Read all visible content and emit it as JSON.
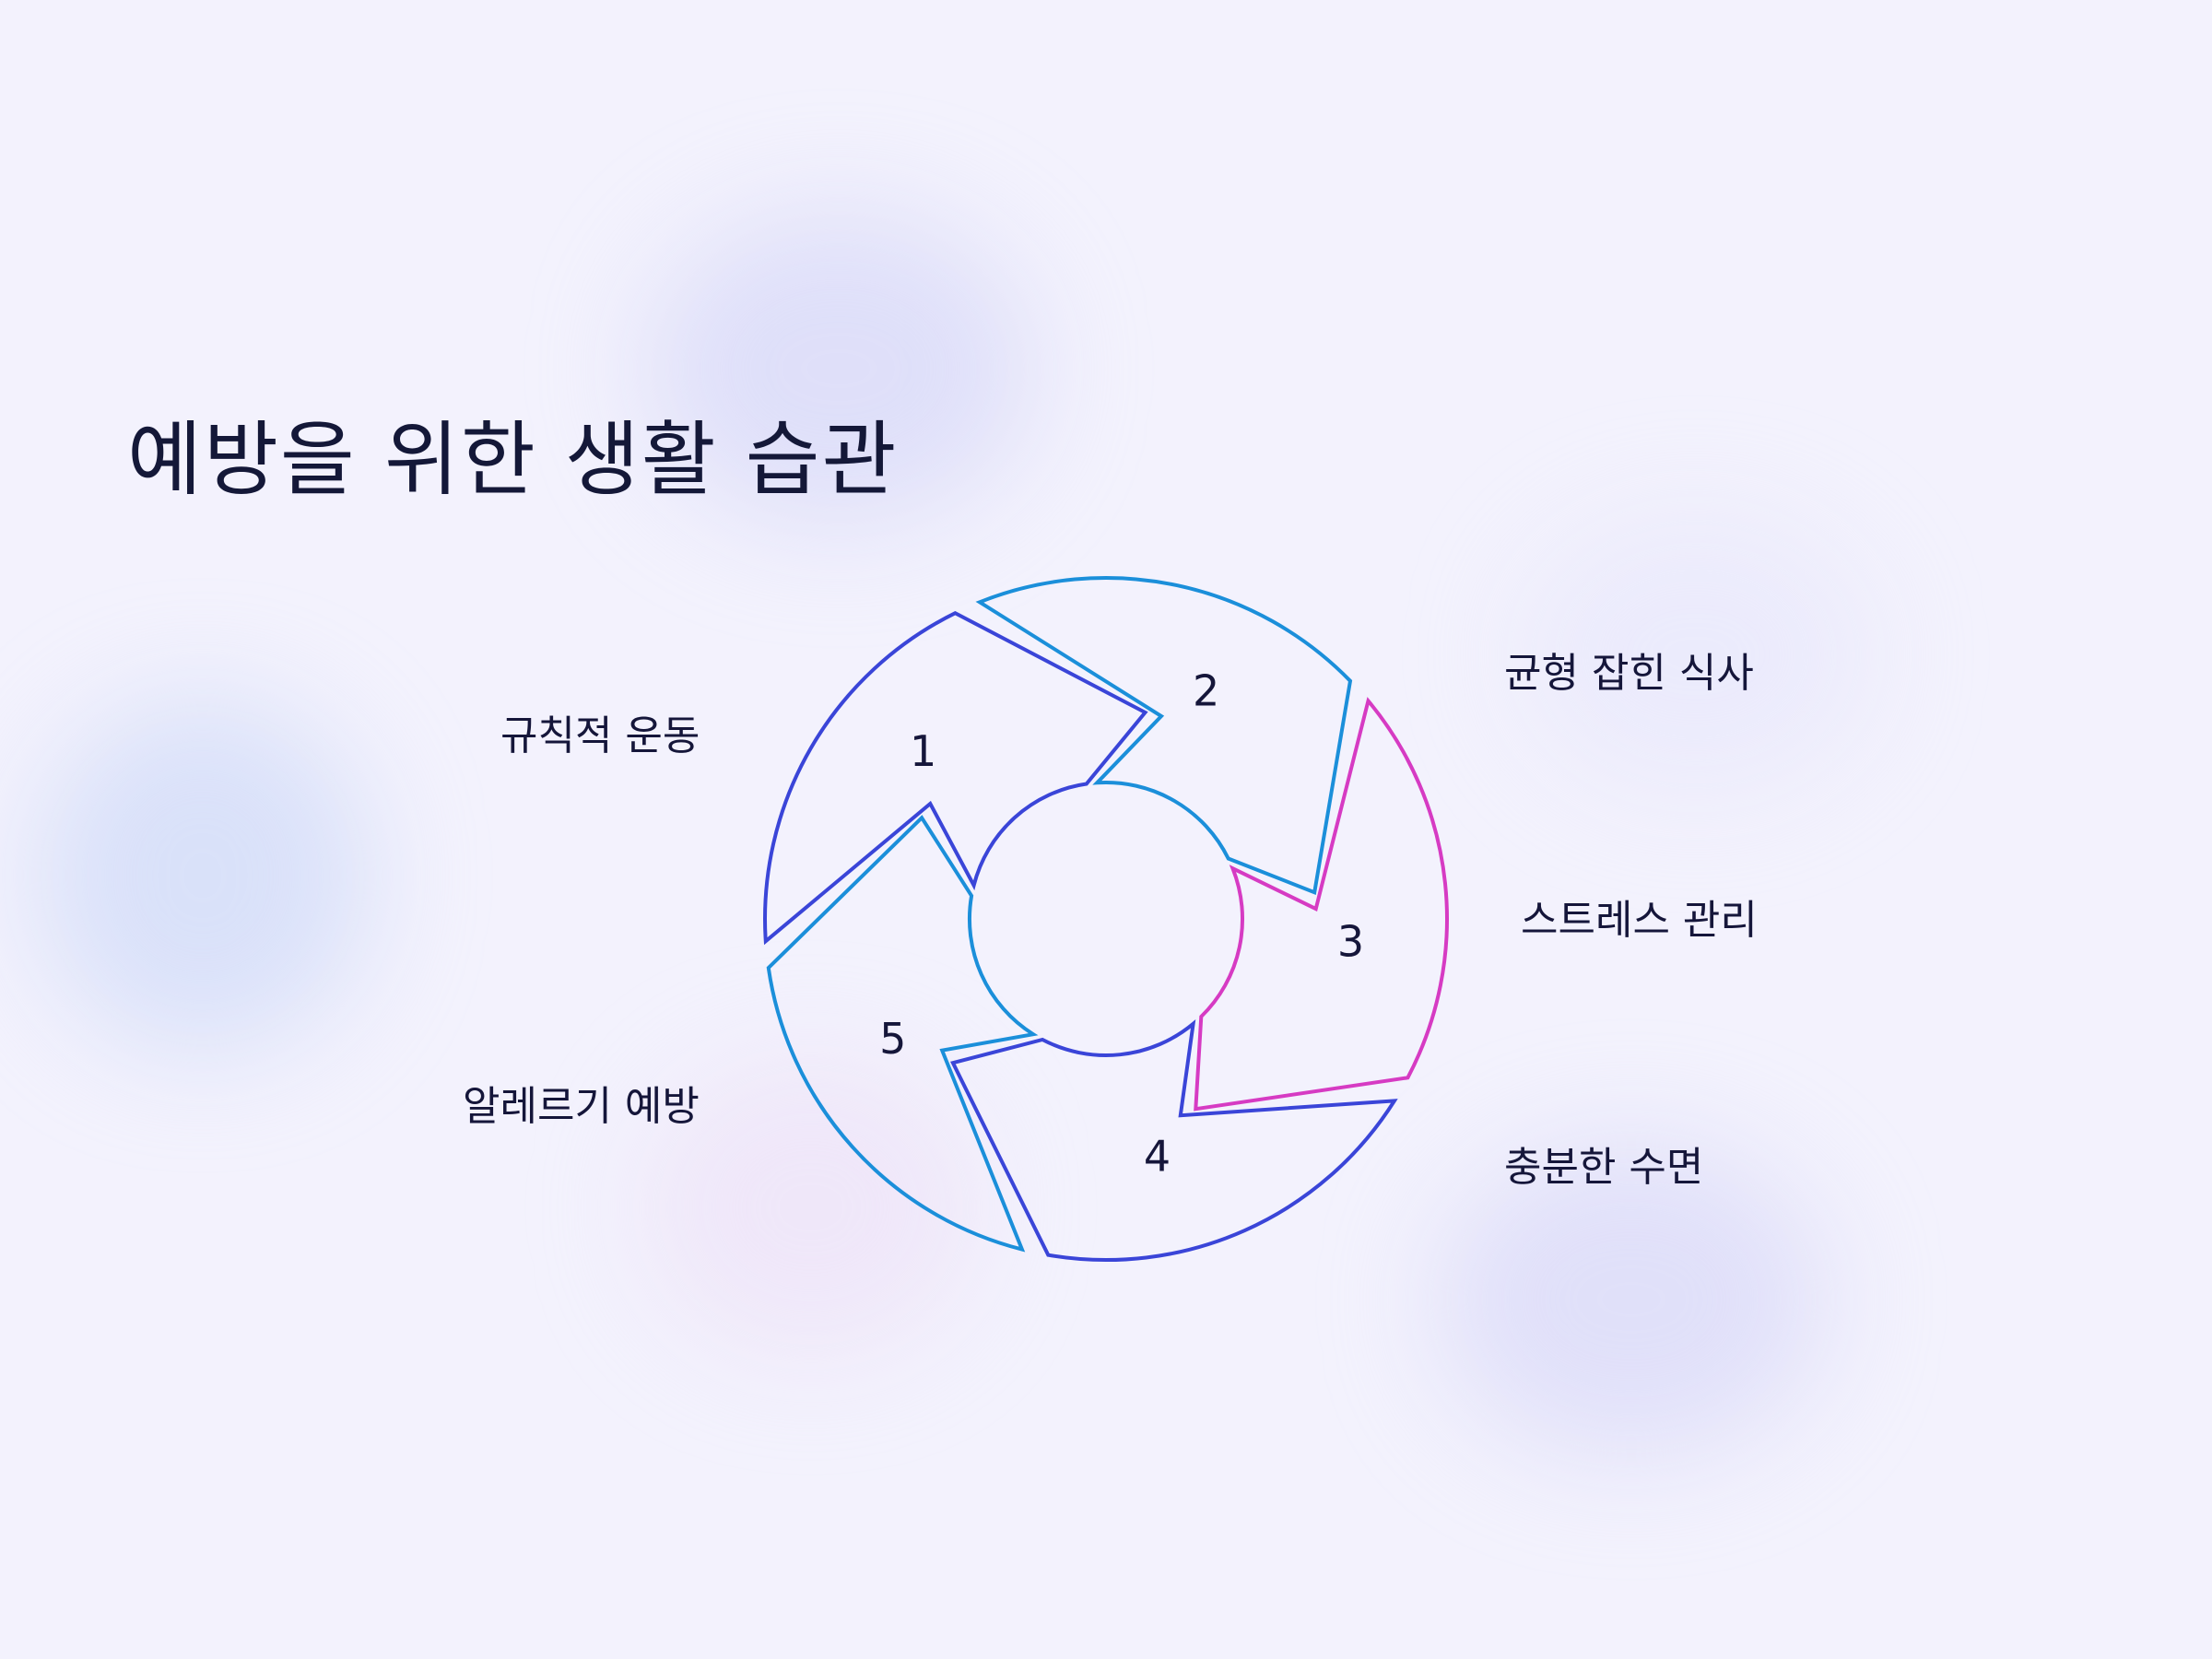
{
  "title": "예방을 위한 생활 습관",
  "colors": {
    "blue": "#3a45d8",
    "cyan": "#1b8fda",
    "magenta": "#d63bc3",
    "text": "#141838",
    "background": "#f3f2fd"
  },
  "segments": [
    {
      "number": "1",
      "label": "규칙적 운동",
      "color": "#3a45d8"
    },
    {
      "number": "2",
      "label": "균형 잡힌 식사",
      "color": "#1b8fda"
    },
    {
      "number": "3",
      "label": "스트레스 관리",
      "color": "#d63bc3"
    },
    {
      "number": "4",
      "label": "충분한 수면",
      "color": "#3a45d8"
    },
    {
      "number": "5",
      "label": "알레르기 예방",
      "color": "#1b8fda"
    }
  ]
}
